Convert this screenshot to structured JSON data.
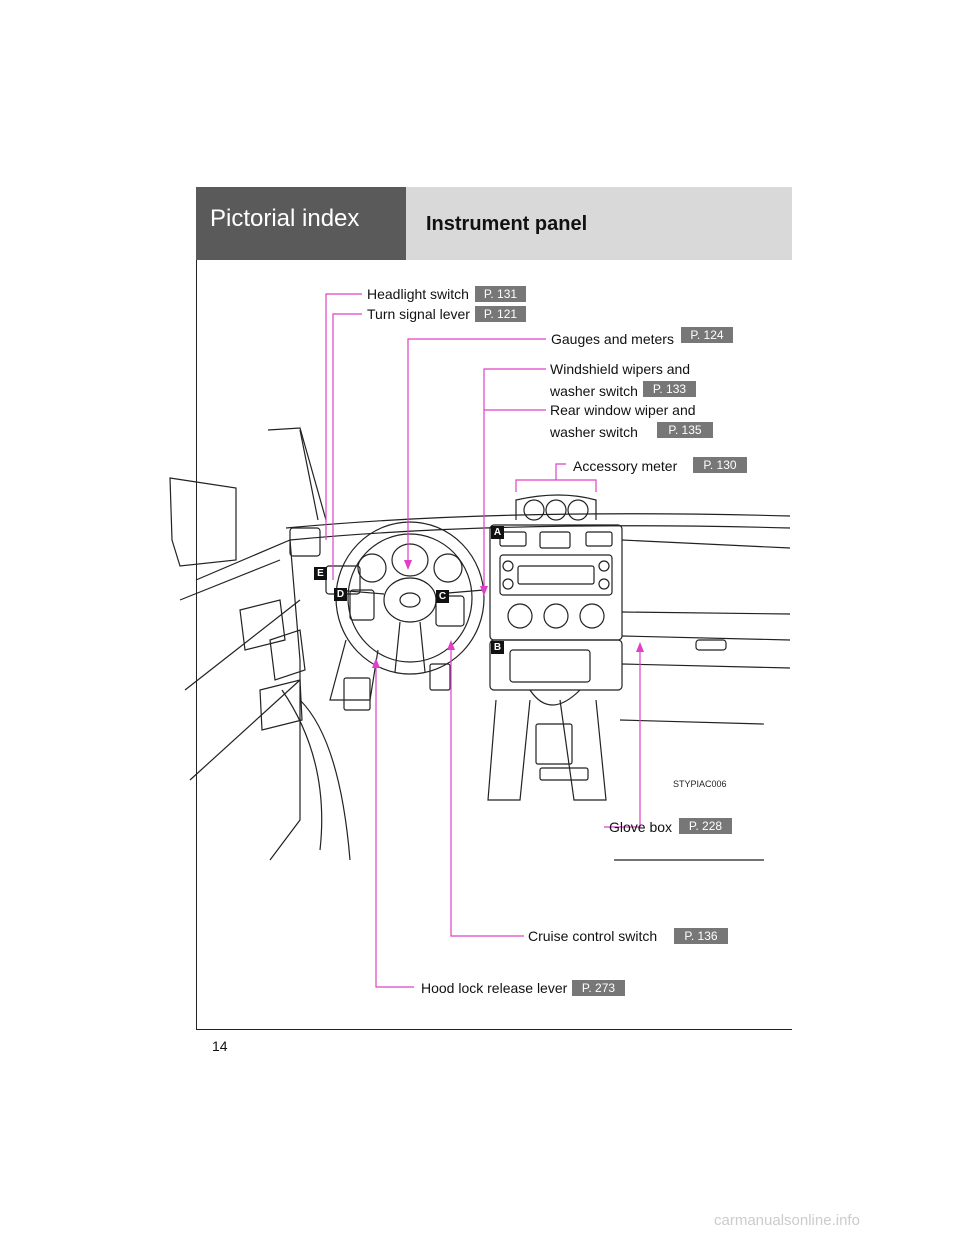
{
  "header": {
    "section": "Pictorial index",
    "title": "Instrument panel"
  },
  "callouts": {
    "headlight": {
      "label": "Headlight switch",
      "page": "P. 131"
    },
    "turn": {
      "label": "Turn signal lever",
      "page": "P. 121"
    },
    "gauges": {
      "label": "Gauges and meters",
      "page": "P. 124"
    },
    "wipers": {
      "line1": "Windshield wipers and",
      "line2": "washer switch",
      "page": "P. 133"
    },
    "rear_wiper": {
      "line1": "Rear window wiper and",
      "line2": "washer switch",
      "page": "P. 135"
    },
    "accessory": {
      "label": "Accessory meter",
      "page": "P. 130"
    },
    "glove": {
      "label": "Glove box",
      "page": "P. 228"
    },
    "cruise": {
      "label": "Cruise control switch",
      "page": "P. 136"
    },
    "hood": {
      "label": "Hood lock release lever",
      "page": "P. 273"
    }
  },
  "markers": {
    "a": "A",
    "b": "B",
    "c": "C",
    "d": "D",
    "e": "E"
  },
  "illustration_code": "STYPIAC006",
  "page_number": "14",
  "watermark": "carmanualsonline.info",
  "colors": {
    "leader": "#e040c8",
    "header_dark": "#5a5a5a",
    "header_light": "#d9d9d9",
    "page_tag": "#777777"
  }
}
